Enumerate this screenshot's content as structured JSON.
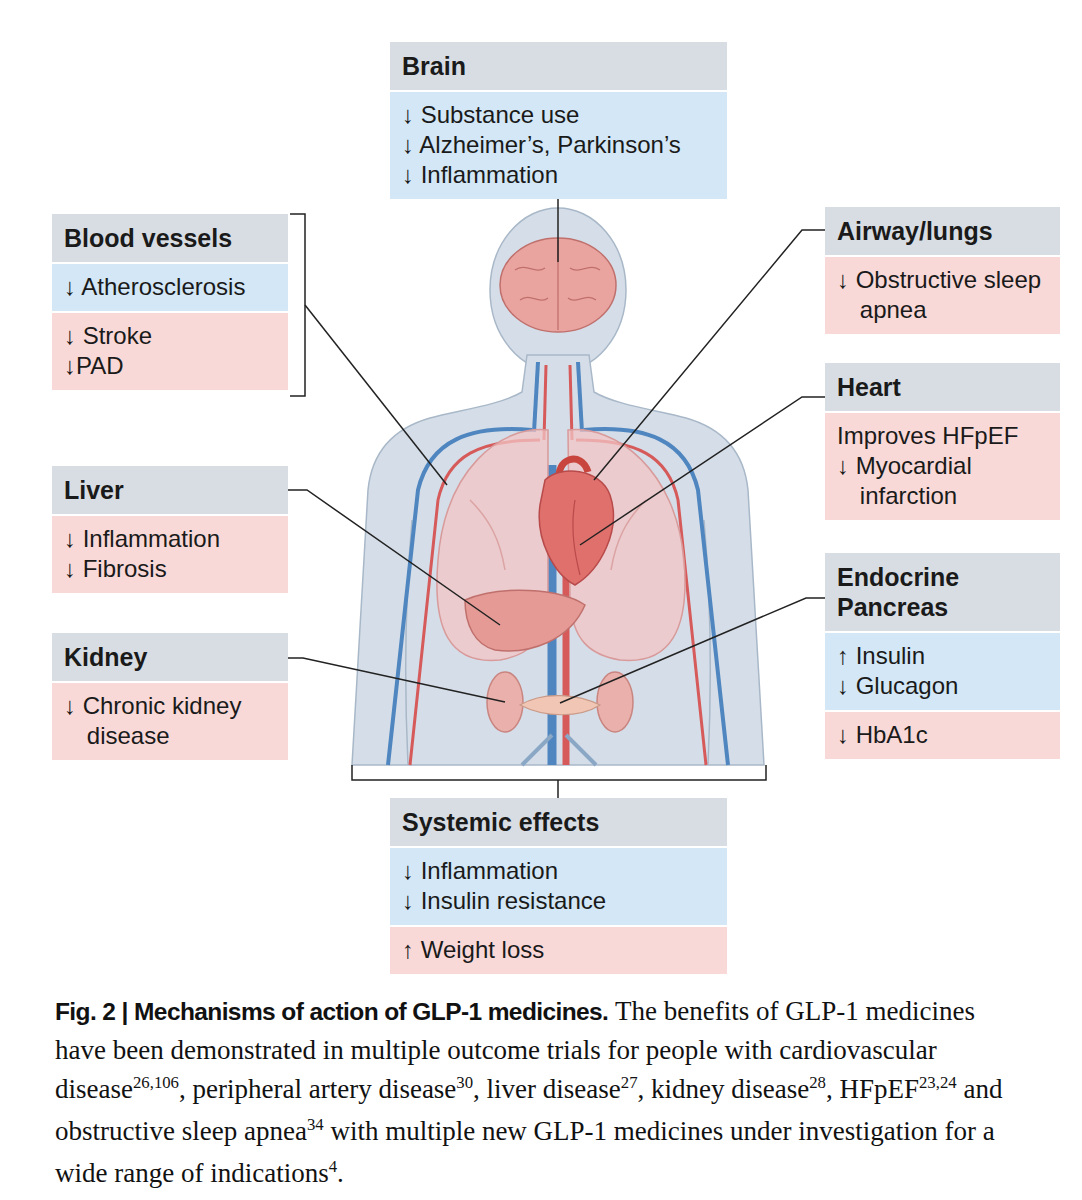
{
  "diagram": {
    "caption": "Fig. 2 | Mechanisms of action of GLP-1 medicines.",
    "nodes": [
      {
        "text": [
          "Brain"
        ]
      },
      {
        "text": [
          "↓ Substance use",
          "↓ Alzheimer’s, Parkinson’s",
          "↓ Inflammation"
        ],
        "in": 0
      },
      {
        "text": [
          "Blood vessels"
        ]
      },
      {
        "text": [
          "↓ Atherosclerosis"
        ],
        "in": 2
      },
      {
        "text": [
          "↓ Stroke",
          "↓PAD"
        ],
        "in": 2
      },
      {
        "text": [
          "Airway/lungs"
        ]
      },
      {
        "text": [
          "↓ Obstructive sleep apnea"
        ],
        "in": 5
      },
      {
        "text": [
          "Heart"
        ]
      },
      {
        "text": [
          "Improves HFpEF",
          "↓ Myocardial infarction"
        ],
        "in": 7
      },
      {
        "text": [
          "Liver"
        ]
      },
      {
        "text": [
          "↓ Inflammation",
          "↓ Fibrosis"
        ],
        "in": 9
      },
      {
        "text": [
          "Endocrine Pancreas"
        ]
      },
      {
        "text": [
          "↑ Insulin",
          "↓ Glucagon"
        ],
        "in": 11
      },
      {
        "text": [
          "↓ HbA1c"
        ],
        "in": 11
      },
      {
        "text": [
          "Kidney"
        ]
      },
      {
        "text": [
          "↓ Chronic kidney disease"
        ],
        "in": 14
      },
      {
        "text": [
          "Systemic effects"
        ]
      },
      {
        "text": [
          "↓ Inflammation",
          "↓ Insulin resistance"
        ],
        "in": 16
      },
      {
        "text": [
          "↑ Weight loss"
        ],
        "in": 16
      }
    ],
    "labels": [
      "The benefits of GLP-1 medicines have been demonstrated in multiple outcome trials for people with cardiovascular disease",
      "26,106",
      ", peripheral artery disease",
      "30",
      ", liver disease",
      "27",
      ", kidney disease",
      "28",
      ", HFpEF",
      "23,24",
      "and obstructive sleep apnea",
      "34",
      "with multiple new GLP-1 medicines under investigation for a wide range of indications",
      "4",
      "."
    ]
  }
}
